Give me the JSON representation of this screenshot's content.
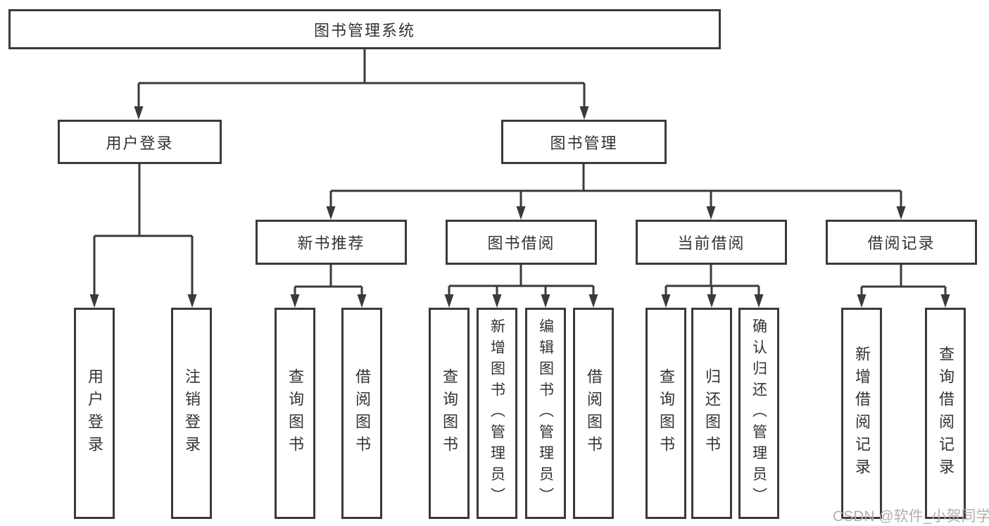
{
  "tree": {
    "label": "图书管理系统",
    "children": [
      {
        "label": "用户登录",
        "children": [
          {
            "label": "用户登录"
          },
          {
            "label": "注销登录"
          }
        ]
      },
      {
        "label": "图书管理",
        "children": [
          {
            "label": "新书推荐",
            "children": [
              {
                "label": "查询图书"
              },
              {
                "label": "借阅图书"
              }
            ]
          },
          {
            "label": "图书借阅",
            "children": [
              {
                "label": "查询图书"
              },
              {
                "label": "新增图书（管理员）"
              },
              {
                "label": "编辑图书（管理员）"
              },
              {
                "label": "借阅图书"
              }
            ]
          },
          {
            "label": "当前借阅",
            "children": [
              {
                "label": "查询图书"
              },
              {
                "label": "归还图书"
              },
              {
                "label": "确认归还（管理员）"
              }
            ]
          },
          {
            "label": "借阅记录",
            "children": [
              {
                "label": "新增借阅记录"
              },
              {
                "label": "查询借阅记录"
              }
            ]
          }
        ]
      }
    ]
  },
  "watermark": {
    "text": "CSDN @软件_小贺同学"
  },
  "colors": {
    "line": "#3a3a3a",
    "text": "#333333",
    "background": "#ffffff",
    "watermark": "#b0b0b0"
  }
}
